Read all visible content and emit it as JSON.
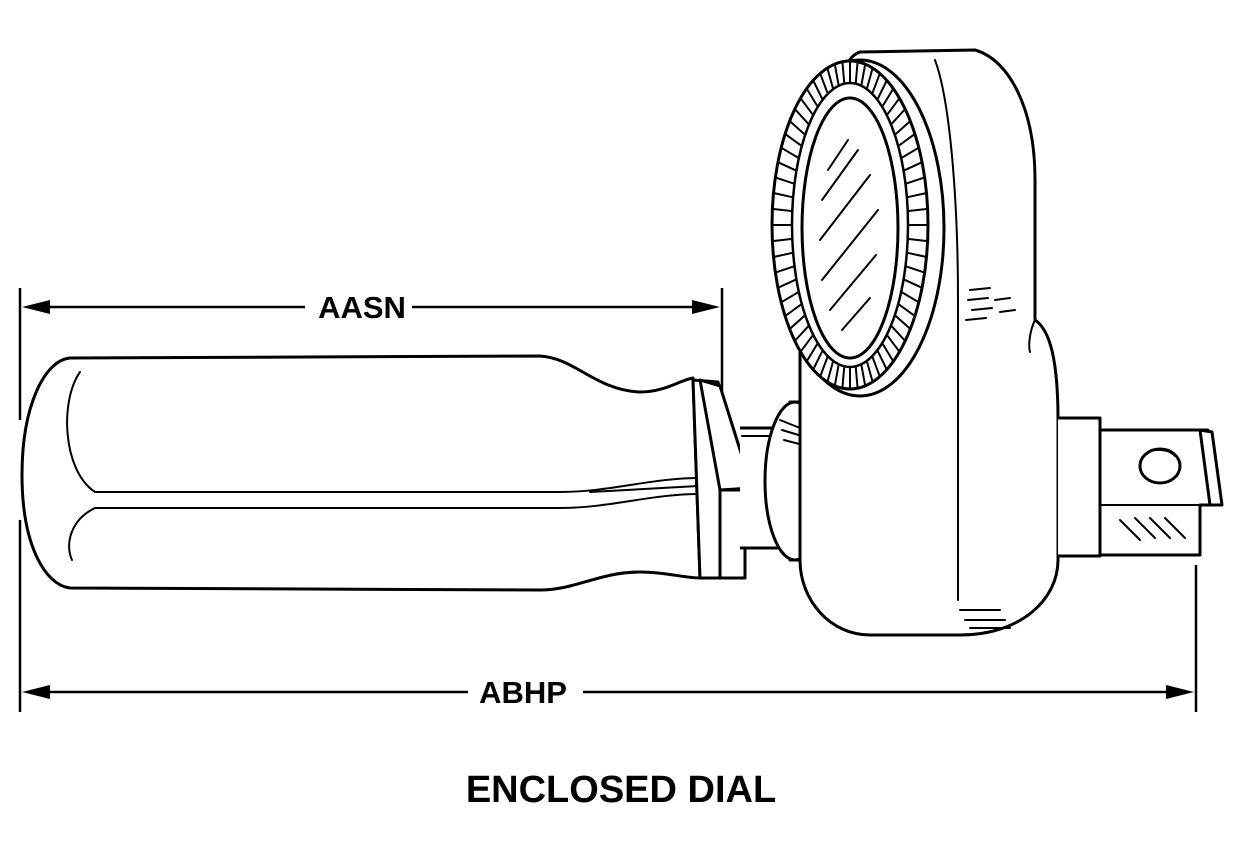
{
  "dimensions": {
    "handle_length_label": "AASN",
    "overall_length_label": "ABHP"
  },
  "caption": "ENCLOSED DIAL"
}
